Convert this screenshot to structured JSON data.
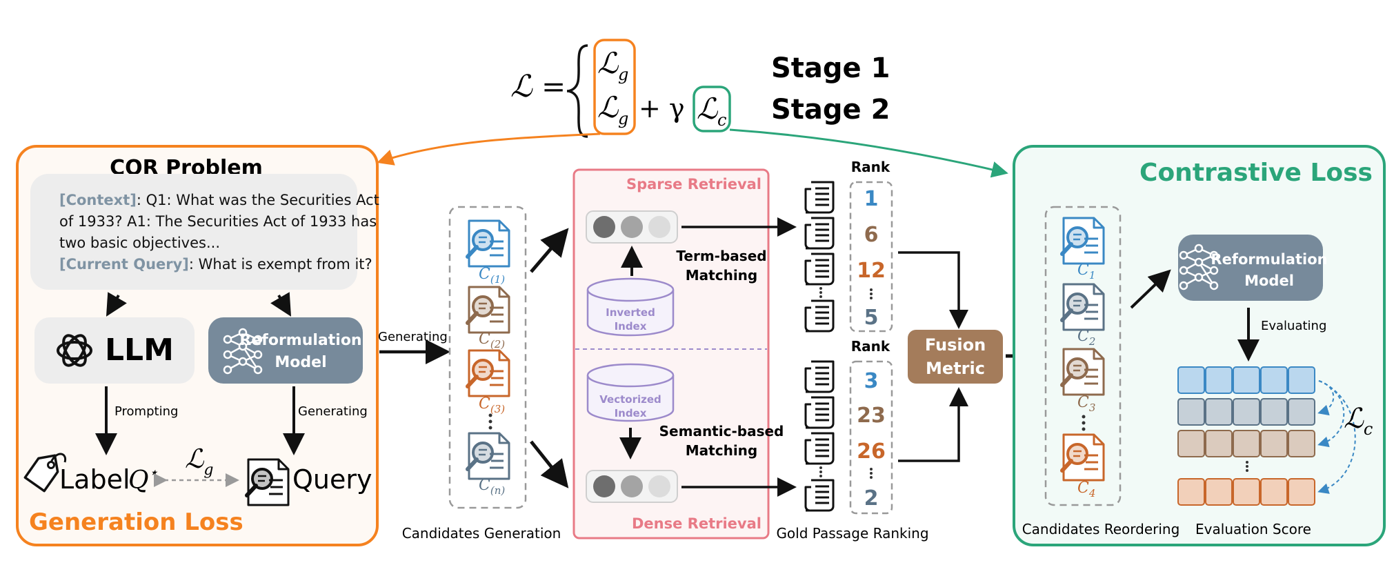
{
  "formula": {
    "lhs": "ℒ",
    "eq": "=",
    "top_term": "ℒ",
    "top_sub": "g",
    "bottom_term": "ℒ",
    "bottom_sub": "g",
    "plus_gamma": "+ γ",
    "contrast_term": "ℒ",
    "contrast_sub": "c",
    "stage1": "Stage 1",
    "stage2": "Stage 2"
  },
  "left_panel": {
    "title": "CQR Problem",
    "context_tag": "[Context]",
    "context_line1": ": Q1: What was the Securities Act",
    "context_line2": "of 1933? A1: The Securities Act of 1933 has",
    "context_line3": "two basic objectives...",
    "query_tag": "[Current Query]",
    "query_text": ": What is exempt from it?",
    "llm_label": "LLM",
    "reform_line1": "Reformulation",
    "reform_line2": "Model",
    "prompting": "Prompting",
    "generating": "Generating",
    "label_text": "Label",
    "qstar": "Q",
    "qstar_sup": "⋆",
    "lg": "ℒ",
    "lg_sub": "g",
    "query_label": "Query",
    "footer": "Generation Loss"
  },
  "middle": {
    "generating_arrow": "Generating",
    "cand_labels": [
      {
        "base": "C",
        "sub": "(1)"
      },
      {
        "base": "C",
        "sub": "(2)"
      },
      {
        "base": "C",
        "sub": "(3)"
      },
      {
        "base": "C",
        "sub": "(n)"
      }
    ],
    "candidates_caption": "Candidates Generation",
    "sparse_title": "Sparse Retrieval",
    "dense_title": "Dense Retrieval",
    "inverted_line1": "Inverted",
    "inverted_line2": "Index",
    "vectorized_line1": "Vectorized",
    "vectorized_line2": "Index",
    "term_line1": "Term-based",
    "term_line2": "Matching",
    "semantic_line1": "Semantic-based",
    "semantic_line2": "Matching",
    "rank_title": "Rank",
    "rank_top": [
      "1",
      "6",
      "12",
      "5"
    ],
    "rank_bottom": [
      "3",
      "23",
      "26",
      "2"
    ],
    "fusion_line1": "Fusion",
    "fusion_line2": "Metric",
    "gold_caption": "Gold Passage Ranking"
  },
  "right_panel": {
    "title": "Contrastive Loss",
    "cand_labels": [
      {
        "base": "C",
        "sub": "1"
      },
      {
        "base": "C",
        "sub": "2"
      },
      {
        "base": "C",
        "sub": "3"
      },
      {
        "base": "C",
        "sub": "4"
      }
    ],
    "reform_line1": "Reformulation",
    "reform_line2": "Model",
    "evaluating": "Evaluating",
    "lc": "ℒ",
    "lc_sub": "c",
    "reorder_caption": "Candidates Reordering",
    "score_caption": "Evaluation Score"
  },
  "colors": {
    "orange": "#F5821F",
    "green": "#2BA57A",
    "blue": "#3A88C4",
    "brown": "#8E6A4D",
    "rust": "#C8662A",
    "slate": "#5A7286",
    "pink": "#E87A86",
    "purple": "#9C8ACB",
    "fusion": "#A47C5B",
    "reform": "#778A9B"
  }
}
